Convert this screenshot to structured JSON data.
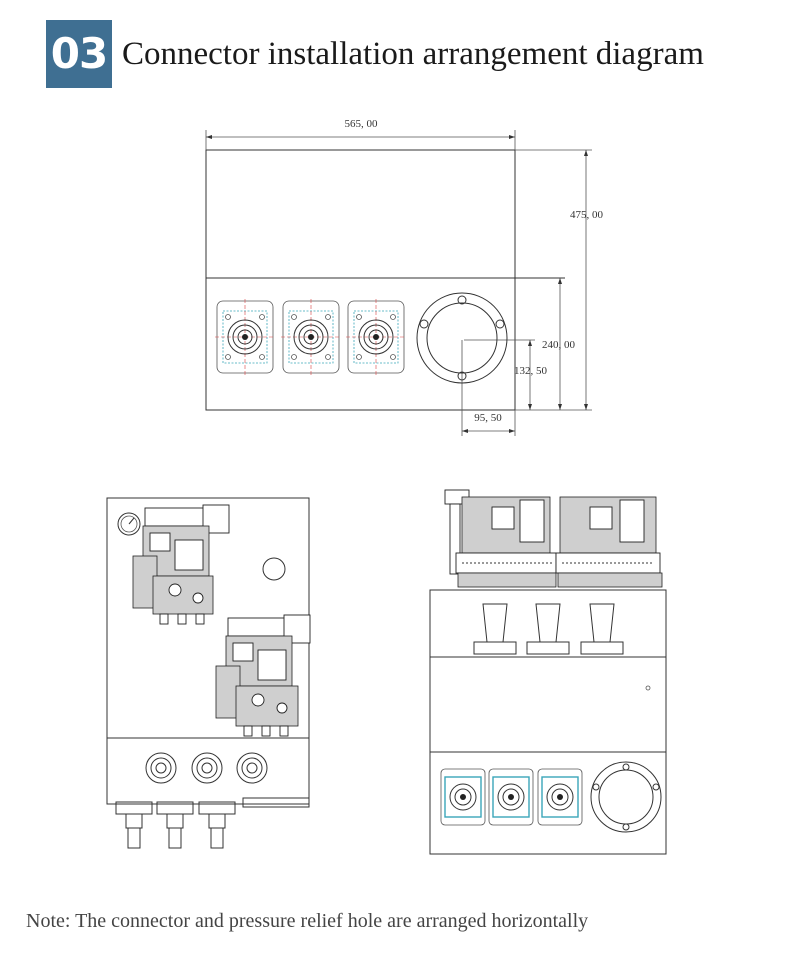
{
  "header": {
    "number": "03",
    "title": "Connector installation arrangement diagram",
    "accent_color": "#3f6f92"
  },
  "top_drawing": {
    "dimensions": {
      "width": "565, 00",
      "height": "475, 00",
      "lower_height": "240, 00",
      "hole_center_height": "132, 50",
      "hole_center_offset": "95, 50"
    },
    "connector_count": 3,
    "relief_hole": "pressure-relief-hole"
  },
  "bottom_left_drawing": {
    "view": "side-view",
    "connector_count": 3
  },
  "bottom_right_drawing": {
    "view": "front-view",
    "connector_count": 3,
    "insulator_count": 3
  },
  "footer": {
    "note": "Note: The connector and pressure relief hole are arranged horizontally"
  }
}
